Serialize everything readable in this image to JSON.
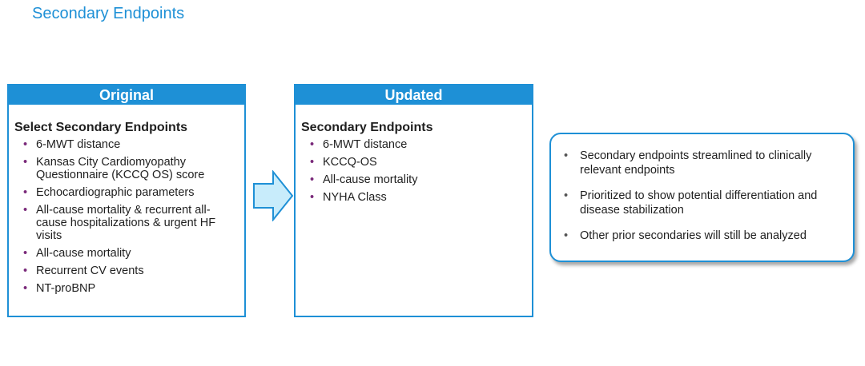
{
  "slide": {
    "title": "Secondary Endpoints"
  },
  "original": {
    "header": "Original",
    "subtitle": "Select Secondary Endpoints",
    "items": [
      "6-MWT distance",
      "Kansas City Cardiomyopathy Questionnaire (KCCQ OS) score",
      "Echocardiographic parameters",
      "All-cause mortality & recurrent all-cause hospitalizations & urgent HF visits",
      "All-cause mortality",
      "Recurrent CV events",
      "NT-proBNP"
    ]
  },
  "updated": {
    "header": "Updated",
    "subtitle": "Secondary Endpoints",
    "items": [
      "6-MWT distance",
      "KCCQ-OS",
      "All-cause mortality",
      "NYHA Class"
    ]
  },
  "callout": {
    "items": [
      "Secondary endpoints streamlined to clinically relevant endpoints",
      "Prioritized to show potential differentiation and disease stabilization",
      "Other prior secondaries will still be analyzed"
    ]
  },
  "colors": {
    "accent": "#1e90d6",
    "bullet": "#7a2a7a",
    "arrow_fill": "#c8ecfb"
  }
}
